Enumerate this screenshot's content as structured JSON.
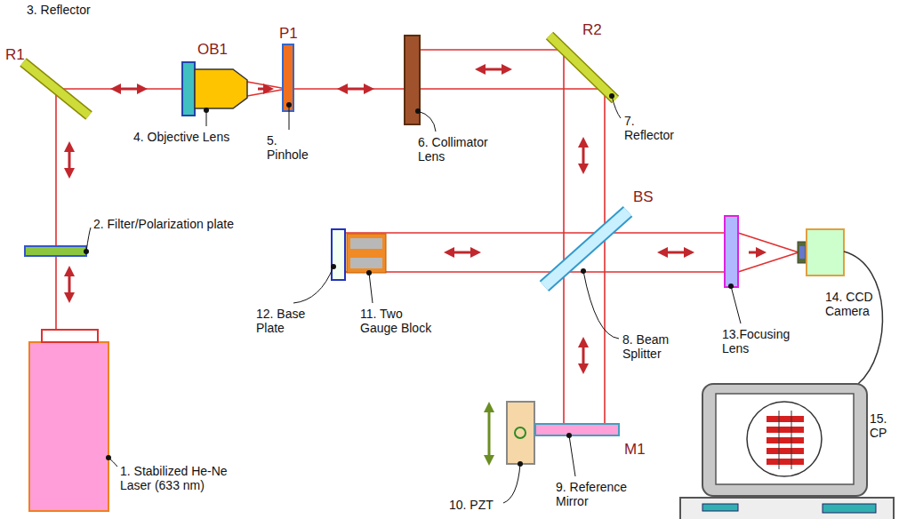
{
  "diagram": {
    "labels": [
      "R1",
      "3. Reflector",
      "OB1",
      "P1",
      "4. Objective Lens",
      "5. Pinhole",
      "6. Collimator Lens",
      "R2",
      "7. Reflector",
      "2. Filter/Polarization plate",
      "BS",
      "8. Beam Splitter",
      "12. Base Plate",
      "11. Two Gauge Block",
      "13.Focusing Lens",
      "14. CCD Camera",
      "1. Stabilized He-Ne Laser (633 nm)",
      "M1",
      "10. PZT",
      "9. Reference Mirror",
      "15. CP"
    ]
  }
}
